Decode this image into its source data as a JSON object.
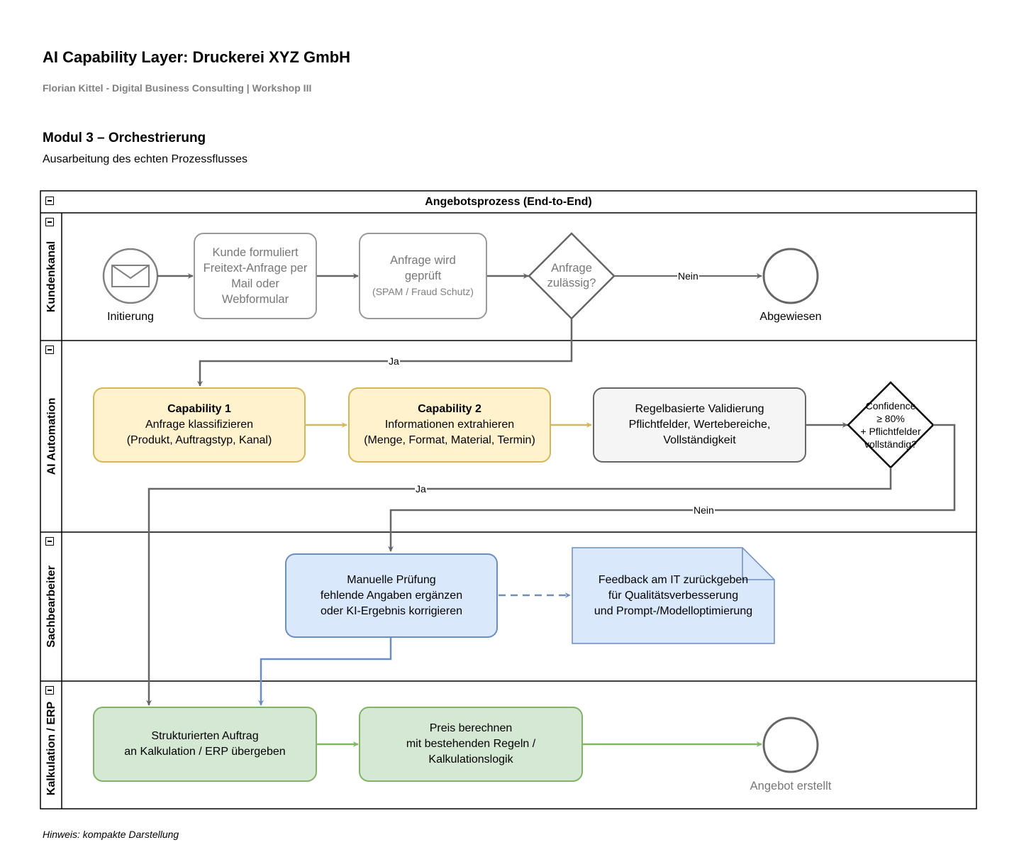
{
  "header": {
    "title": "AI Capability Layer: Druckerei XYZ GmbH",
    "subtitle": "Florian Kittel - Digital Business Consulting | Workshop III",
    "module_title": "Modul 3 – Orchestrierung",
    "module_description": "Ausarbeitung des echten Prozessflusses"
  },
  "pool": {
    "title": "Angebotsprozess (End-to-End)",
    "lanes": [
      "Kundenkanal",
      "AI Automation",
      "Sachbearbeiter",
      "Kalkulation / ERP"
    ]
  },
  "nodes": {
    "start_label": "Initierung",
    "customer_request": [
      "Kunde formuliert",
      "Freitext-Anfrage per",
      "Mail oder",
      "Webformular"
    ],
    "check_request": [
      "Anfrage wird",
      "geprüft"
    ],
    "check_request_note": "(SPAM / Fraud Schutz)",
    "gateway_admissible": [
      "Anfrage",
      "zulässig?"
    ],
    "rejected_label": "Abgewiesen",
    "cap1_title": "Capability 1",
    "cap1_lines": [
      "Anfrage klassifizieren",
      "(Produkt, Auftragstyp, Kanal)"
    ],
    "cap2_title": "Capability 2",
    "cap2_lines": [
      "Informationen extrahieren",
      "(Menge, Format, Material, Termin)"
    ],
    "validation": [
      "Regelbasierte Validierung",
      "Pflichtfelder, Wertebereiche,",
      "Vollständigkeit"
    ],
    "gateway_confidence": [
      "Confidence",
      "≥ 80%",
      "+ Pflichtfelder",
      "vollständig?"
    ],
    "manual_review": [
      "Manuelle Prüfung",
      "fehlende Angaben ergänzen",
      "oder KI-Ergebnis korrigieren"
    ],
    "feedback_note": [
      "Feedback am IT zurückgeben",
      "für Qualitätsverbesserung",
      "und Prompt-/Modelloptimierung"
    ],
    "handover": [
      "Strukturierten Auftrag",
      "an Kalkulation / ERP übergeben"
    ],
    "pricing": [
      "Preis berechnen",
      "mit bestehenden Regeln /",
      "Kalkulationslogik"
    ],
    "end_label": "Angebot erstellt"
  },
  "edges": {
    "no_1": "Nein",
    "yes_1": "Ja",
    "yes_2": "Ja",
    "no_2": "Nein"
  },
  "colors": {
    "yellow_fill": "#fff2cc",
    "yellow_stroke": "#d6b656",
    "blue_fill": "#dae8fc",
    "blue_stroke": "#6c8ebf",
    "green_fill": "#d5e8d4",
    "green_stroke": "#82b366",
    "grey_stroke": "#999999",
    "dark_edge": "#666666"
  },
  "footnote": "Hinweis: kompakte Darstellung"
}
